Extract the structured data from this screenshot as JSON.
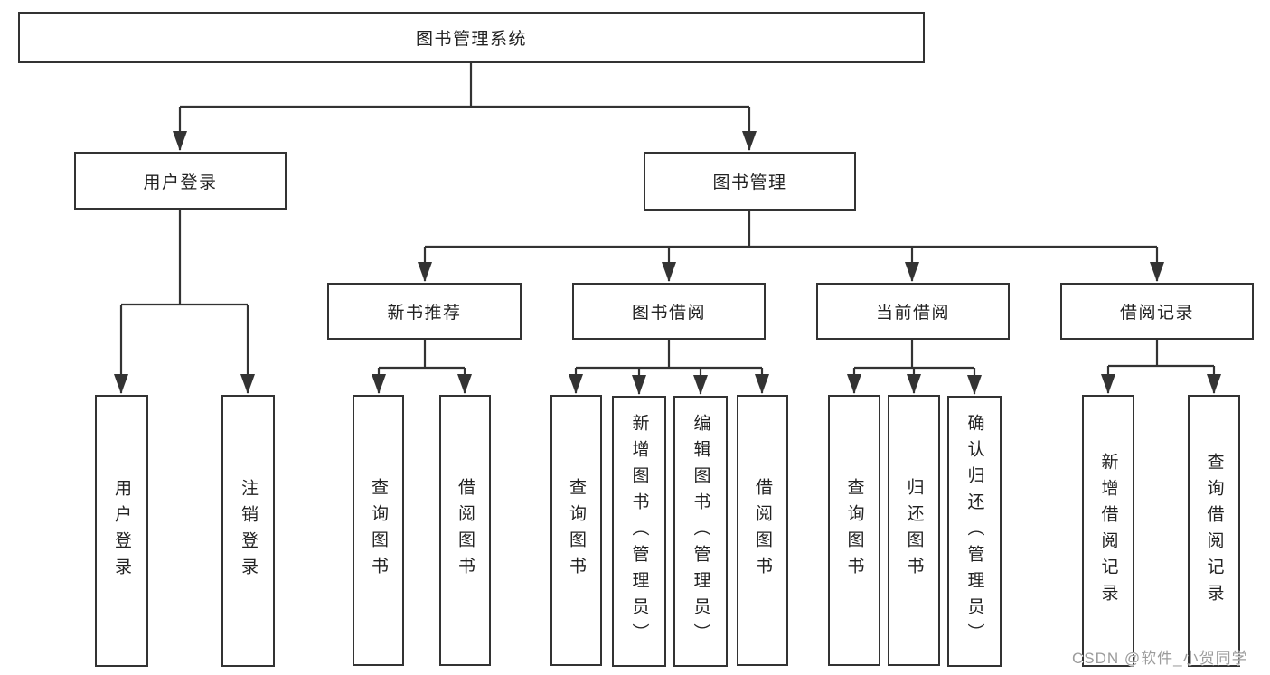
{
  "diagram": {
    "type": "hierarchy-tree",
    "background": "#ffffff",
    "line_color": "#333333",
    "box_border_color": "#333333",
    "text_color": "#222222"
  },
  "nodes": {
    "root": {
      "label": "图书管理系统"
    },
    "user_login": {
      "label": "用户登录"
    },
    "book_mgmt": {
      "label": "图书管理"
    },
    "new_book_rec": {
      "label": "新书推荐"
    },
    "book_borrow": {
      "label": "图书借阅"
    },
    "current_borrow": {
      "label": "当前借阅"
    },
    "borrow_record": {
      "label": "借阅记录"
    },
    "login_user": {
      "label": "用户登录"
    },
    "login_logout": {
      "label": "注销登录"
    },
    "rec_query_book": {
      "label": "查询图书"
    },
    "rec_borrow_book": {
      "label": "借阅图书"
    },
    "bb_query_book": {
      "label": "查询图书"
    },
    "bb_add_book": {
      "label": "新增图书（管理员）"
    },
    "bb_edit_book": {
      "label": "编辑图书（管理员）"
    },
    "bb_borrow_book": {
      "label": "借阅图书"
    },
    "cb_query_book": {
      "label": "查询图书"
    },
    "cb_return_book": {
      "label": "归还图书"
    },
    "cb_confirm_return": {
      "label": "确认归还（管理员）"
    },
    "br_add_record": {
      "label": "新增借阅记录"
    },
    "br_query_record": {
      "label": "查询借阅记录"
    }
  },
  "edges": [
    {
      "from": "图书管理系统",
      "to": [
        "用户登录",
        "图书管理"
      ]
    },
    {
      "from": "用户登录",
      "to": [
        "用户登录",
        "注销登录"
      ]
    },
    {
      "from": "图书管理",
      "to": [
        "新书推荐",
        "图书借阅",
        "当前借阅",
        "借阅记录"
      ]
    },
    {
      "from": "新书推荐",
      "to": [
        "查询图书",
        "借阅图书"
      ]
    },
    {
      "from": "图书借阅",
      "to": [
        "查询图书",
        "新增图书（管理员）",
        "编辑图书（管理员）",
        "借阅图书"
      ]
    },
    {
      "from": "当前借阅",
      "to": [
        "查询图书",
        "归还图书",
        "确认归还（管理员）"
      ]
    },
    {
      "from": "借阅记录",
      "to": [
        "新增借阅记录",
        "查询借阅记录"
      ]
    }
  ],
  "watermark": {
    "text": "CSDN @软件_小贺同学",
    "color": "#9c9c9c"
  }
}
